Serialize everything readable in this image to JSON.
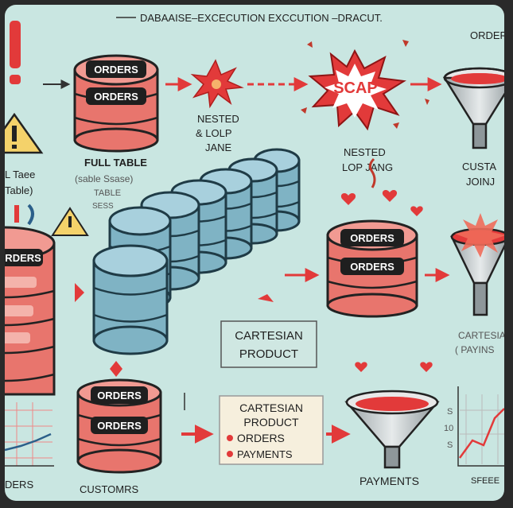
{
  "title": "DABAAISE–EXCECUTION EXCCUTION –DRACUT.",
  "top_right_label": "ORDERS",
  "db_top": {
    "label_1": "ORDERS",
    "label_2": "ORDERS"
  },
  "full_table": {
    "line1": "FULL TABLE",
    "line2": "(sable Ssase)",
    "line3": "TABLE",
    "line4": "SESS"
  },
  "left_fragment": {
    "line1": "L Taee",
    "line2": "Table)"
  },
  "nested_loop_1": {
    "line1": "NESTED",
    "line2": "& LOLP",
    "line3": "JANE"
  },
  "burst_label": "SCAP",
  "nested_loop_2": {
    "line1": "NESTED",
    "line2": "LOP JANG"
  },
  "custom_join": {
    "line1": "CUSTA",
    "line2": "JOINJ"
  },
  "db_left_partial": {
    "label": "ORDERS"
  },
  "db_mid_right": {
    "label_1": "ORDERS",
    "label_2": "ORDERS"
  },
  "cartesian_center": {
    "line1": "CARTESIAN",
    "line2": "PRODUCT"
  },
  "cartesian_right": {
    "line1": "CARTESIA",
    "line2": "( PAYINS"
  },
  "db_bottom": {
    "label_1": "ORDERS",
    "label_2": "ORDERS"
  },
  "cartesian_box": {
    "line1": "CARTESIAN",
    "line2": "PRODUCT",
    "item1": "ORDERS",
    "item2": "PAYMENTS"
  },
  "bottom_labels": {
    "left": "DERS",
    "customers": "CUSTOMRS",
    "payments": "PAYMENTS",
    "right": "SFEEE"
  },
  "chart_ticks": {
    "t1": "S",
    "t2": "10",
    "t3": "S"
  },
  "colors": {
    "background": "#c9e6e1",
    "db_red": "#e8756d",
    "db_blue": "#7fb3c4",
    "accent": "#e23a3a"
  }
}
